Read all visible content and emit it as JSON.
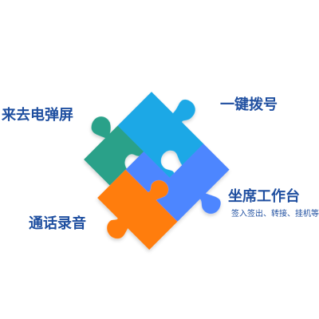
{
  "features": {
    "caller_popup": {
      "label": "来去电弹屏"
    },
    "one_click_dial": {
      "label": "一键拨号"
    },
    "agent_workbench": {
      "label": "坐席工作台",
      "sublabel": "签入签出、转接、挂机等"
    },
    "call_recording": {
      "label": "通话录音"
    }
  },
  "colors": {
    "label_text": "#1f4fa0",
    "puzzle_teal": "#2aa189",
    "puzzle_sky": "#1aa8e6",
    "puzzle_blue": "#4d86ff",
    "puzzle_orange": "#ff7d0a"
  }
}
